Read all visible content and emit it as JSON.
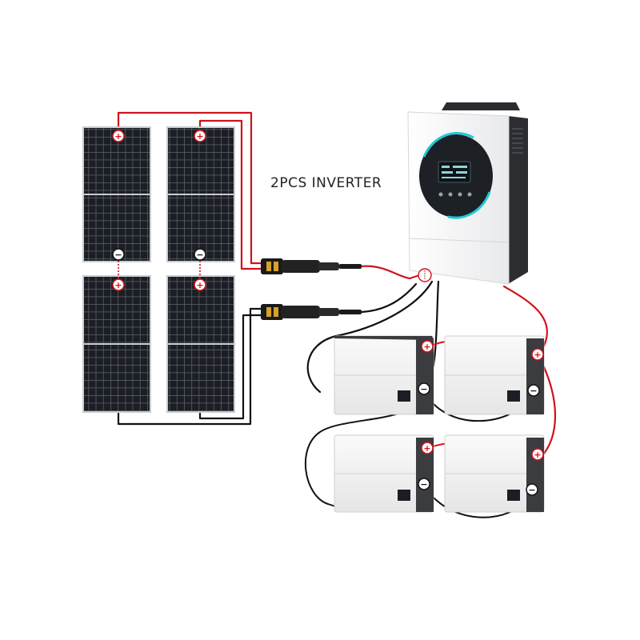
{
  "title": "2PCS INVERTER",
  "symbols": {
    "positive": "+",
    "negative": "−"
  },
  "colors": {
    "positive_wire": "#d0121b",
    "negative_wire": "#111111",
    "panel_cell": "#1b1e24",
    "panel_frame": "#c9ccd1",
    "inverter_body": "#f4f5f6",
    "inverter_side": "#2b2d30",
    "display_ring": "#1fc9d6",
    "battery_body": "#f2f2f2",
    "battery_top": "#3a3c40"
  },
  "components": {
    "solar_panels": [
      "panel-top-left",
      "panel-top-right",
      "panel-bottom-left",
      "panel-bottom-right"
    ],
    "inverter": "inverter",
    "batteries": [
      "battery-top-left",
      "battery-top-right",
      "battery-bottom-left",
      "battery-bottom-right"
    ]
  }
}
